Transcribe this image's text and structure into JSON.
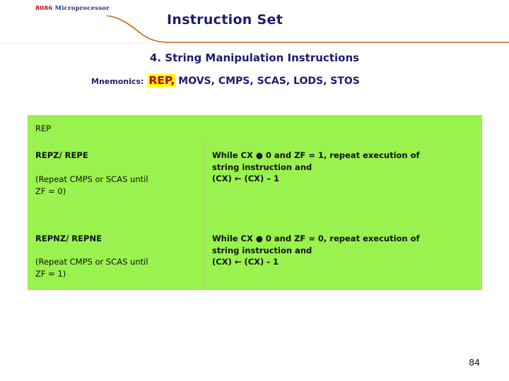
{
  "header": {
    "brand_prefix": "8086",
    "brand_rest": " Microprocessor",
    "title": "Instruction Set"
  },
  "section": {
    "heading": "4. String Manipulation Instructions",
    "mnemonics_label": "Mnemonics:",
    "mnemonics_highlight": "REP,",
    "mnemonics_rest": "MOVS, CMPS, SCAS, LODS, STOS"
  },
  "table": {
    "head": "REP",
    "rows": [
      {
        "left_main": "REPZ/ REPE",
        "left_note_line1": "(Repeat CMPS or SCAS until",
        "left_note_line2": "ZF = 0)",
        "right_line1": "While CX ● 0 and ZF = 1, repeat execution of",
        "right_line2": "string instruction and",
        "right_line3": "(CX) ← (CX) – 1"
      },
      {
        "left_main": "REPNZ/ REPNE",
        "left_note_line1": "(Repeat CMPS or SCAS until",
        "left_note_line2": "ZF = 1)",
        "right_line1": "While CX ● 0 and ZF = 0, repeat execution of",
        "right_line2": "string instruction and",
        "right_line3": "(CX) ← (CX) - 1"
      }
    ]
  },
  "footer": {
    "page_number": "84"
  },
  "colors": {
    "table_bg": "#99f24d",
    "title": "#1d1d6e",
    "highlight_bg": "#ffff00",
    "highlight_fg": "#c00000",
    "rule": "#c86a1e"
  }
}
